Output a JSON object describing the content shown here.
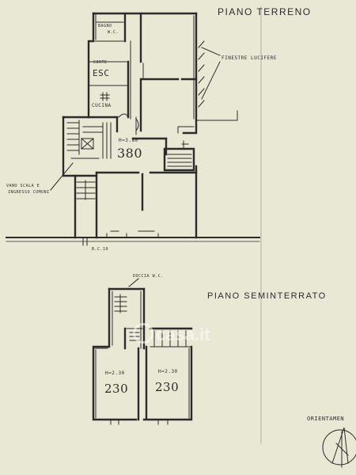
{
  "ground_floor": {
    "title": "PIANO TERRENO",
    "bathroom_label": "BAGNO",
    "bathroom_sub": "W.C.",
    "courtyard_label": "CORTE",
    "courtyard_sub": "ESC",
    "kitchen_label": "CUCINA",
    "skylights_label": "FINESTRE LUCIFERE",
    "height_label": "H=3.80",
    "height_value": "380",
    "stair_label_1": "VANO SCALA E",
    "stair_label_2": "INGRESSO COMUNI",
    "street_label": "B.C.10"
  },
  "basement": {
    "title": "PIANO SEMINTERRATO",
    "shower_label": "DOCCIA W.C.",
    "left_height_label": "H=2.30",
    "left_height_value": "230",
    "right_height_label": "H=2.30",
    "right_height_value": "230"
  },
  "orientation_label": "ORIENTAMEN",
  "watermark": "casa.it",
  "colors": {
    "paper": "#e9e8d4",
    "ink": "#2b2b2b",
    "watermark": "#ffffff"
  }
}
